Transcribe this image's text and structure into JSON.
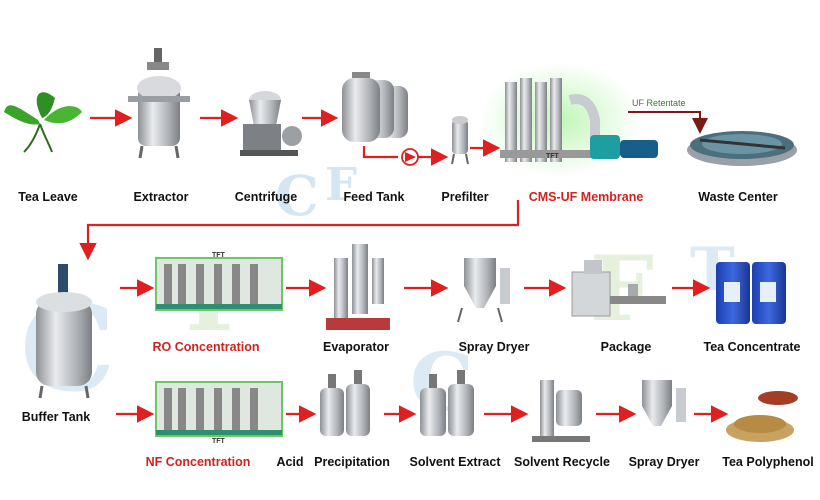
{
  "labels": {
    "tea_leave": "Tea Leave",
    "extractor": "Extractor",
    "centrifuge": "Centrifuge",
    "feed_tank": "Feed Tank",
    "prefilter": "Prefilter",
    "cms_uf": "CMS-UF Membrane",
    "waste_center": "Waste Center",
    "uf_retentate": "UF Retentate",
    "buffer_tank": "Buffer Tank",
    "ro_conc": "RO Concentration",
    "evaporator": "Evaporator",
    "spray_dryer_1": "Spray Dryer",
    "package": "Package",
    "tea_concentrate": "Tea Concentrate",
    "nf_conc": "NF Concentration",
    "acid": "Acid",
    "precipitation": "Precipitation",
    "solvent_extract": "Solvent Extract",
    "solvent_recycle": "Solvent Recycle",
    "spray_dryer_2": "Spray Dryer",
    "tea_polyphenol": "Tea Polyphenol",
    "tft_1": "TFT",
    "tft_2": "TFT",
    "tft_3": "TFT"
  },
  "colors": {
    "arrow": "#e02020",
    "highlight_label": "#d0231f",
    "retentate_arrow": "#7a1a12",
    "steel": "#b9bcc0",
    "membrane_glow": "#7de07a"
  }
}
